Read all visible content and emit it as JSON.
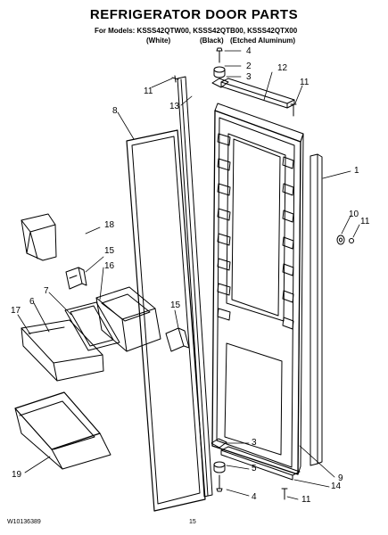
{
  "header": {
    "title": "REFRIGERATOR DOOR PARTS",
    "models_line": "For Models: KSSS42QTW00, KSSS42QTB00, KSSS42QTX00",
    "variants": [
      "(White)",
      "(Black)",
      "(Etched Aluminum)"
    ]
  },
  "footer": {
    "doc_number": "W10136389",
    "page_number": "15"
  },
  "callouts": {
    "top_4": "4",
    "top_2": "2",
    "top_3": "3",
    "top_12": "12",
    "top_11_left": "11",
    "top_11_right": "11",
    "top_13": "13",
    "p8": "8",
    "p1": "1",
    "p10": "10",
    "p11_side": "11",
    "p18": "18",
    "p15_upper": "15",
    "p16": "16",
    "p7": "7",
    "p17": "17",
    "p6": "6",
    "p15_lower": "15",
    "p19": "19",
    "p9": "9",
    "bot_3": "3",
    "bot_5": "5",
    "bot_4": "4",
    "bot_14": "14",
    "bot_11": "11"
  }
}
